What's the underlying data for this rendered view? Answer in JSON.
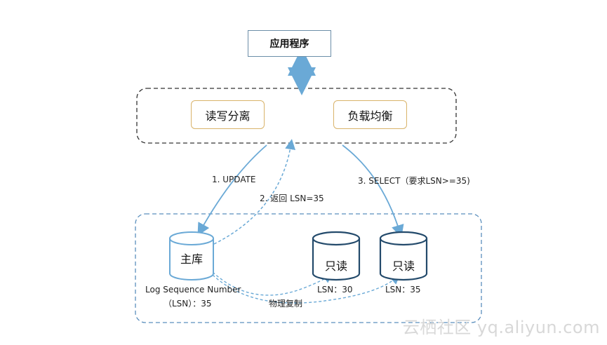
{
  "app": {
    "label": "应用程序"
  },
  "proxy": {
    "rw_split": "读写分离",
    "load_balance": "负载均衡"
  },
  "flows": {
    "update": "1. UPDATE",
    "return_lsn": "2. 返回 LSN=35",
    "select": "3. SELECT（要求LSN>=35)",
    "replication": "物理复制"
  },
  "databases": {
    "primary": {
      "label": "主库",
      "lsn_line1": "Log Sequence Number",
      "lsn_line2": "（LSN）：35"
    },
    "replica1": {
      "label": "只读",
      "lsn": "LSN：30"
    },
    "replica2": {
      "label": "只读",
      "lsn": "LSN：35"
    }
  },
  "watermark": "云栖社区 yq.aliyun.com",
  "colors": {
    "arrow": "#6aa9d6",
    "dashed_blue": "#6aa9d6",
    "pill_border": "#d9b36a",
    "db_primary": "#6aa9d6",
    "db_replica": "#234a6b"
  }
}
